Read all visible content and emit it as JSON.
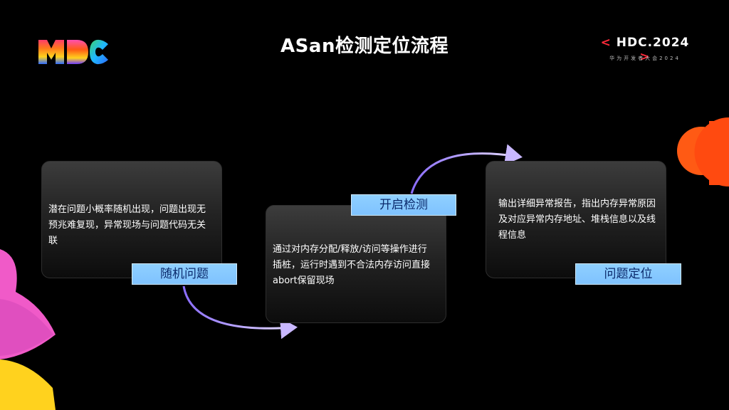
{
  "title": "ASan检测定位流程",
  "badge": {
    "bracket_left": "<",
    "text": "HDC.2024",
    "bracket_right": ">",
    "subtitle": "华为开发者大会2024"
  },
  "steps": [
    {
      "text": "潜在问题小概率随机出现，问题出现无预兆难复现，异常现场与问题代码无关联",
      "label": "随机问题"
    },
    {
      "text": "通过对内存分配/释放/访问等操作进行插桩，运行时遇到不合法内存访问直接abort保留现场",
      "label": "开启检测"
    },
    {
      "text": "输出详细异常报告，指出内存异常原因及对应异常内存地址、堆栈信息以及线程信息",
      "label": "问题定位"
    }
  ],
  "colors": {
    "background": "#000000",
    "label_fill": "#8fd0ff",
    "label_text": "#0b2a6b",
    "arrow": "#c9b8ff",
    "accent_red": "#ff2a3a"
  }
}
